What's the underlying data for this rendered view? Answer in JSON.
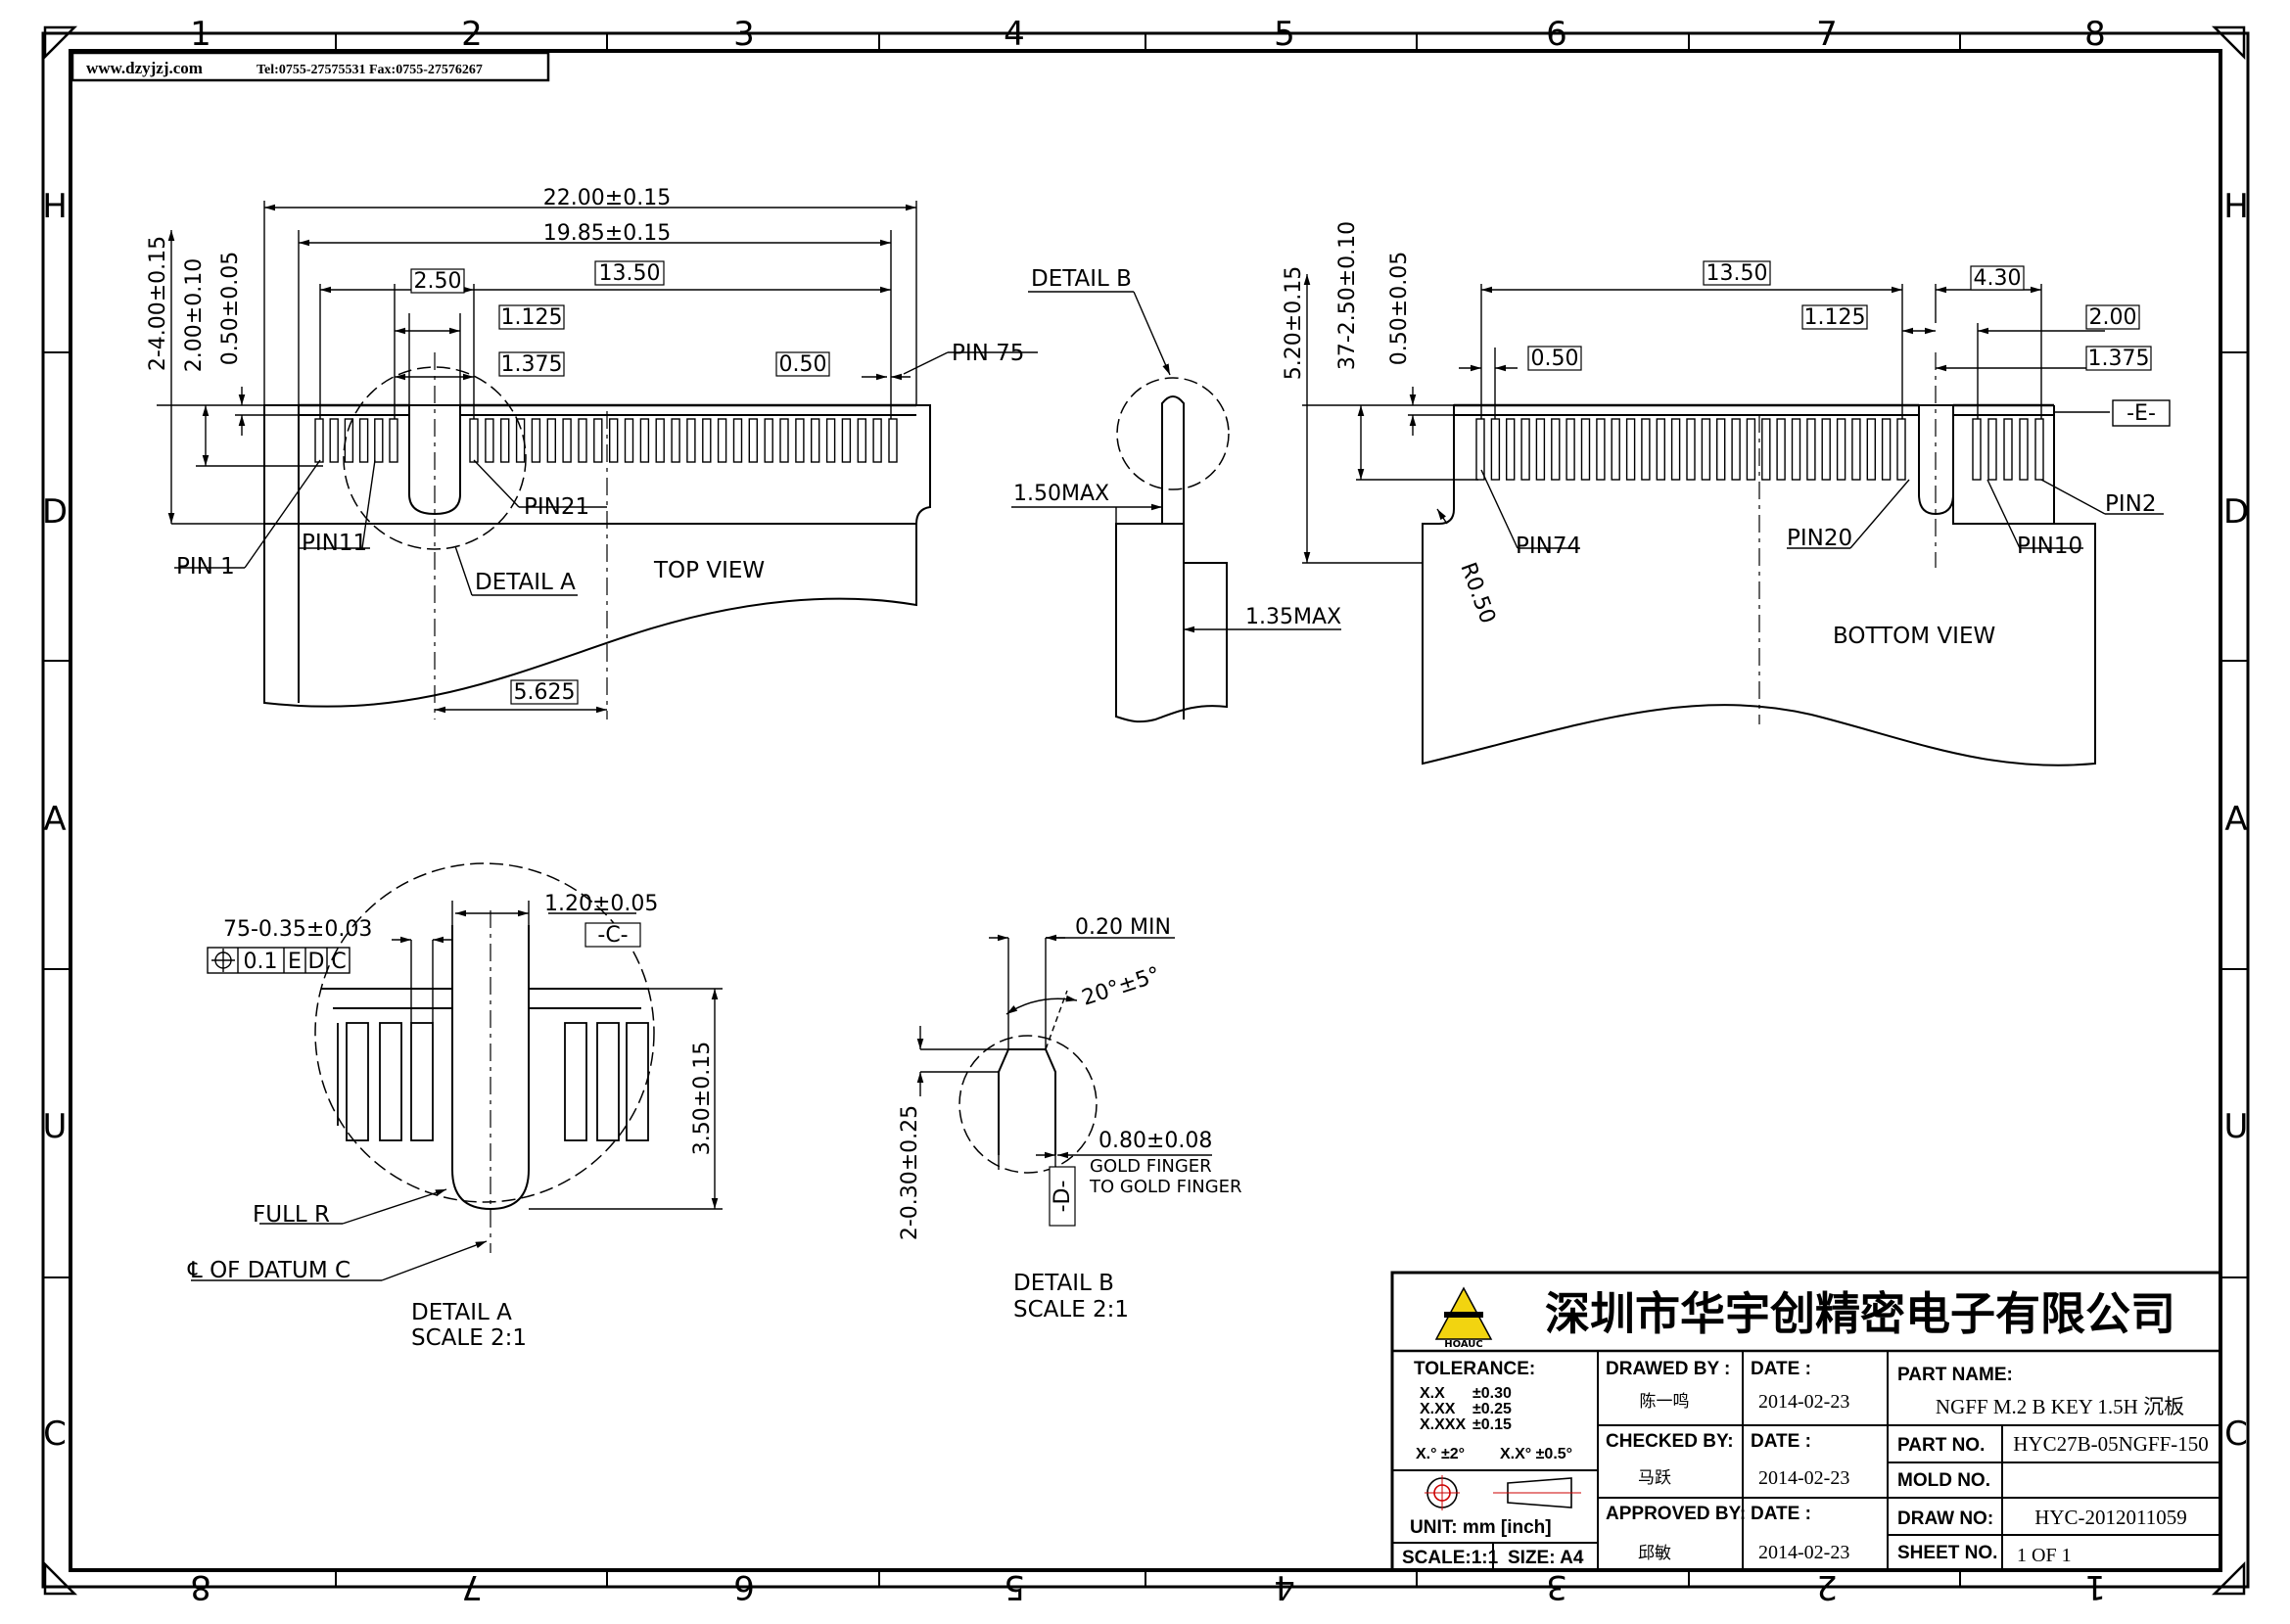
{
  "header": {
    "website": "www.dzyjzj.com",
    "contact": "Tel:0755-27575531  Fax:0755-27576267"
  },
  "zones": {
    "top": [
      "1",
      "2",
      "3",
      "4",
      "5",
      "6",
      "7",
      "8"
    ],
    "bottom": [
      "8",
      "7",
      "6",
      "5",
      "4",
      "3",
      "2",
      "1"
    ],
    "left": [
      "H",
      "D",
      "A",
      "U",
      "C"
    ],
    "right": [
      "H",
      "D",
      "A",
      "U",
      "C"
    ]
  },
  "top_view": {
    "title": "TOP  VIEW",
    "dim_overall": "22.00±0.15",
    "dim_span": "19.85±0.15",
    "dim_2_50": "2.50",
    "dim_13_50": "13.50",
    "dim_1_125": "1.125",
    "dim_1_375": "1.375",
    "dim_0_50": "0.50",
    "dim_5_625": "5.625",
    "vdim_1": "2-4.00±0.15",
    "vdim_2": "2.00±0.10",
    "vdim_3": "0.50±0.05",
    "pin75": "PIN 75",
    "pin21": "PIN21",
    "pin11": "PIN11",
    "pin1": "PIN  1",
    "detail_a": "DETAIL  A"
  },
  "side_view": {
    "detail_b": "DETAIL  B",
    "max_150": "1.50MAX",
    "max_135": "1.35MAX"
  },
  "bottom_view": {
    "title": "BOTTOM  VIEW",
    "dim_13_50": "13.50",
    "dim_4_30": "4.30",
    "dim_1_125": "1.125",
    "dim_2_00": "2.00",
    "dim_0_50": "0.50",
    "dim_1_375": "1.375",
    "datum_e": "-E-",
    "vdim_1": "5.20±0.15",
    "vdim_2": "37-2.50±0.10",
    "vdim_3": "0.50±0.05",
    "pin74": "PIN74",
    "pin20": "PIN20",
    "pin10": "PIN10",
    "pin2": "PIN2",
    "radius": "R0.50"
  },
  "detail_a": {
    "pitch": "75-0.35±0.03",
    "fcf": [
      "0.1",
      "E",
      "D",
      "C"
    ],
    "slot_width": "1.20±0.05",
    "datum_c": "-C-",
    "slot_depth": "3.50±0.15",
    "full_r": "FULL  R",
    "datum_note": "℄ OF  DATUM  C",
    "caption": "DETAIL  A",
    "scale": "SCALE  2:1"
  },
  "detail_b": {
    "min": "0.20  MIN",
    "angle": "20°±5°",
    "vdim": "2-0.30±0.25",
    "finger": "0.80±0.08",
    "note1": "GOLD  FINGER",
    "note2": "TO  GOLD  FINGER",
    "datum_d": "-D-",
    "caption": "DETAIL  B",
    "scale": "SCALE  2:1"
  },
  "title_block": {
    "company": "深圳市华宇创精密电子有限公司",
    "logo_text": "HOAUC",
    "tolerance_label": "TOLERANCE:",
    "tol_rows": [
      [
        "X.X",
        "±0.30"
      ],
      [
        "X.XX",
        "±0.25"
      ],
      [
        "X.XXX",
        "±0.15"
      ]
    ],
    "tol_angle_1": "X.° ±2°",
    "tol_angle_2": "X.X° ±0.5°",
    "unit": "UNIT:  mm  [inch]",
    "scale": "SCALE:1:1",
    "size": "SIZE:  A4",
    "drawed_by_label": "DRAWED BY :",
    "drawed_by": "陈一鸣",
    "checked_by_label": "CHECKED BY:",
    "checked_by": "马跃",
    "approved_by_label": "APPROVED BY:",
    "approved_by": "邱敏",
    "date_label": "DATE :",
    "date_1": "2014-02-23",
    "date_2": "2014-02-23",
    "date_3": "2014-02-23",
    "part_name_label": "PART NAME:",
    "part_name": "NGFF M.2 B KEY 1.5H 沉板",
    "part_no_label": "PART  NO.",
    "part_no": "HYC27B-05NGFF-150",
    "mold_no_label": "MOLD NO.",
    "mold_no": "",
    "draw_no_label": "DRAW NO:",
    "draw_no": "HYC-2012011059",
    "sheet_no_label": "SHEET  NO.",
    "sheet_no": "1 OF 1"
  }
}
